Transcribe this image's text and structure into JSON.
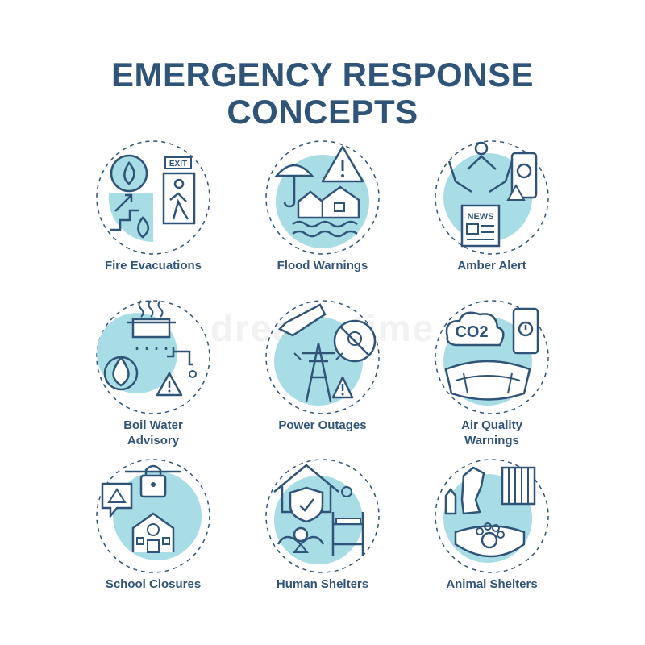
{
  "header": {
    "title_line1": "EMERGENCY RESPONSE",
    "title_line2": "CONCEPTS"
  },
  "watermark": "dreamstime",
  "colors": {
    "ink": "#2f5478",
    "accent": "#a9dde6",
    "dash": "#2f5478"
  },
  "concepts": [
    {
      "label": "Fire Evacuations",
      "icon": "fire-evacuation-icon"
    },
    {
      "label": "Flood Warnings",
      "icon": "flood-warning-icon"
    },
    {
      "label": "Amber Alert",
      "icon": "amber-alert-icon"
    },
    {
      "label": "Boil Water Advisory",
      "icon": "boil-water-icon"
    },
    {
      "label": "Power Outages",
      "icon": "power-outage-icon"
    },
    {
      "label": "Air Quality Warnings",
      "icon": "air-quality-icon"
    },
    {
      "label": "School Closures",
      "icon": "school-closure-icon"
    },
    {
      "label": "Human Shelters",
      "icon": "human-shelter-icon"
    },
    {
      "label": "Animal Shelters",
      "icon": "animal-shelter-icon"
    }
  ]
}
